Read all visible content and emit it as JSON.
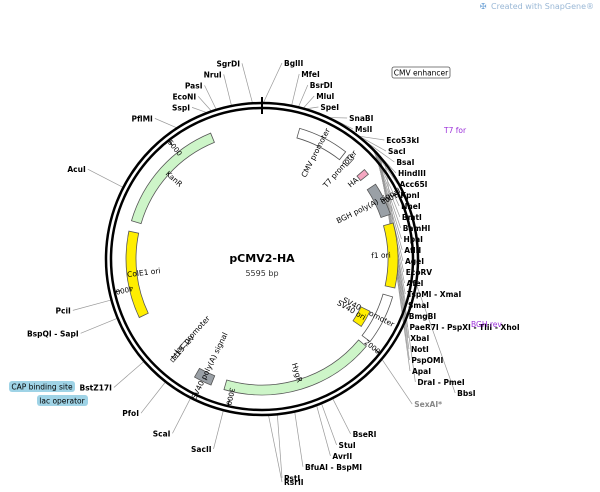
{
  "watermark": {
    "text": "Created with SnapGene®",
    "icon": "snapgene-logo-icon"
  },
  "plasmid": {
    "name": "pCMV2-HA",
    "size": "5595 bp",
    "length": 5595
  },
  "colors": {
    "backbone": "#000000",
    "feature_green": "#cdf5c8",
    "feature_white": "#ffffff",
    "feature_yellow": "#ffee00",
    "feature_gray": "#9aa0a6",
    "feature_pink": "#f4a6c0",
    "primer": "#9b30d9",
    "label_box": "#9fd3e6",
    "site_line": "#999999",
    "unique_site": "#888888"
  },
  "ticks": [
    {
      "label": "1000",
      "pos": 1000
    },
    {
      "label": "2000",
      "pos": 2000
    },
    {
      "label": "3000",
      "pos": 3000
    },
    {
      "label": "4000",
      "pos": 4000
    },
    {
      "label": "5000",
      "pos": 5000
    }
  ],
  "features": [
    {
      "name": "CMV promoter",
      "start": 250,
      "end": 590,
      "color": "white",
      "ring": 0
    },
    {
      "name": "T7 promoter",
      "start": 620,
      "end": 660,
      "color": "white",
      "ring": 0
    },
    {
      "name": "HA",
      "start": 760,
      "end": 800,
      "color": "pink",
      "ring": 0
    },
    {
      "name": "BGH poly(A) signal",
      "start": 880,
      "end": 1100,
      "color": "gray",
      "ring": 0
    },
    {
      "name": "f1 ori",
      "start": 1160,
      "end": 1590,
      "color": "yellow",
      "ring": 0
    },
    {
      "name": "SV40 promoter",
      "start": 1650,
      "end": 1980,
      "color": "white",
      "ring": 0
    },
    {
      "name": "SV40 ori",
      "start": 1800,
      "end": 1930,
      "color": "yellow",
      "ring": 1
    },
    {
      "name": "HygR",
      "start": 2020,
      "end": 3050,
      "color": "green",
      "ring": 0
    },
    {
      "name": "SV40 poly(A) signal",
      "start": 3140,
      "end": 3260,
      "color": "gray",
      "ring": 0
    },
    {
      "name": "M13 rev",
      "start": 3430,
      "end": 3455,
      "color": "white",
      "ring": 0
    },
    {
      "name": "lac promoter",
      "start": 3440,
      "end": 3470,
      "color": "white",
      "ring": 1
    },
    {
      "name": "ColE1 ori",
      "start": 3800,
      "end": 4380,
      "color": "yellow",
      "ring": 0
    },
    {
      "name": "KanR",
      "start": 4450,
      "end": 5250,
      "color": "green",
      "ring": 0
    }
  ],
  "sites": [
    {
      "name": "SgrDI",
      "pos": 5540
    },
    {
      "name": "BglII",
      "pos": 10
    },
    {
      "name": "NruI",
      "pos": 5420
    },
    {
      "name": "PasI",
      "pos": 5330
    },
    {
      "name": "EcoNI",
      "pos": 5300
    },
    {
      "name": "SspI",
      "pos": 5270
    },
    {
      "name": "PflMI",
      "pos": 5080
    },
    {
      "name": "AcuI",
      "pos": 4620
    },
    {
      "name": "PciI",
      "pos": 3960
    },
    {
      "name": "BspQI - SapI",
      "pos": 3850
    },
    {
      "name": "BstZ17I",
      "pos": 3560
    },
    {
      "name": "PfoI",
      "pos": 3390
    },
    {
      "name": "ScaI",
      "pos": 3220
    },
    {
      "name": "SacII",
      "pos": 3020
    },
    {
      "name": "RsrII",
      "pos": 2760
    },
    {
      "name": "PstI",
      "pos": 2710
    },
    {
      "name": "BfuAI - BspMI",
      "pos": 2610
    },
    {
      "name": "AvrII",
      "pos": 2480
    },
    {
      "name": "StuI",
      "pos": 2450
    },
    {
      "name": "BseRI",
      "pos": 2380
    },
    {
      "name": "SexAI*",
      "pos": 2020
    },
    {
      "name": "BbsI",
      "pos": 1550
    },
    {
      "name": "MfeI",
      "pos": 170
    },
    {
      "name": "BsrDI",
      "pos": 210
    },
    {
      "name": "MluI",
      "pos": 240
    },
    {
      "name": "SpeI",
      "pos": 260
    },
    {
      "name": "SnaBI",
      "pos": 400
    },
    {
      "name": "MslI",
      "pos": 430
    },
    {
      "name": "Eco53kI",
      "pos": 600
    },
    {
      "name": "SacI",
      "pos": 610
    },
    {
      "name": "BsaI",
      "pos": 660
    },
    {
      "name": "HindIII",
      "pos": 670
    },
    {
      "name": "Acc65I",
      "pos": 680
    },
    {
      "name": "KpnI",
      "pos": 685
    },
    {
      "name": "NheI",
      "pos": 690
    },
    {
      "name": "BmtI",
      "pos": 695
    },
    {
      "name": "BamHI",
      "pos": 700
    },
    {
      "name": "HpaI",
      "pos": 705
    },
    {
      "name": "AflII",
      "pos": 710
    },
    {
      "name": "AgeI",
      "pos": 715
    },
    {
      "name": "EcoRV",
      "pos": 720
    },
    {
      "name": "AfeI",
      "pos": 725
    },
    {
      "name": "TspMI - XmaI",
      "pos": 730
    },
    {
      "name": "SmaI",
      "pos": 735
    },
    {
      "name": "BmgBI",
      "pos": 740
    },
    {
      "name": "PaeR7I - PspXI - TliI - XhoI",
      "pos": 745
    },
    {
      "name": "XbaI",
      "pos": 750
    },
    {
      "name": "NotI",
      "pos": 755
    },
    {
      "name": "PspOMI",
      "pos": 758
    },
    {
      "name": "ApaI",
      "pos": 762
    },
    {
      "name": "DraI - PmeI",
      "pos": 800
    }
  ],
  "labels": {
    "cmv_enhancer": "CMV enhancer",
    "t7_for": "T7 for",
    "bgh_rev": "BGH rev",
    "cap_binding_site": "CAP binding site",
    "lac_operator": "lac operator"
  }
}
